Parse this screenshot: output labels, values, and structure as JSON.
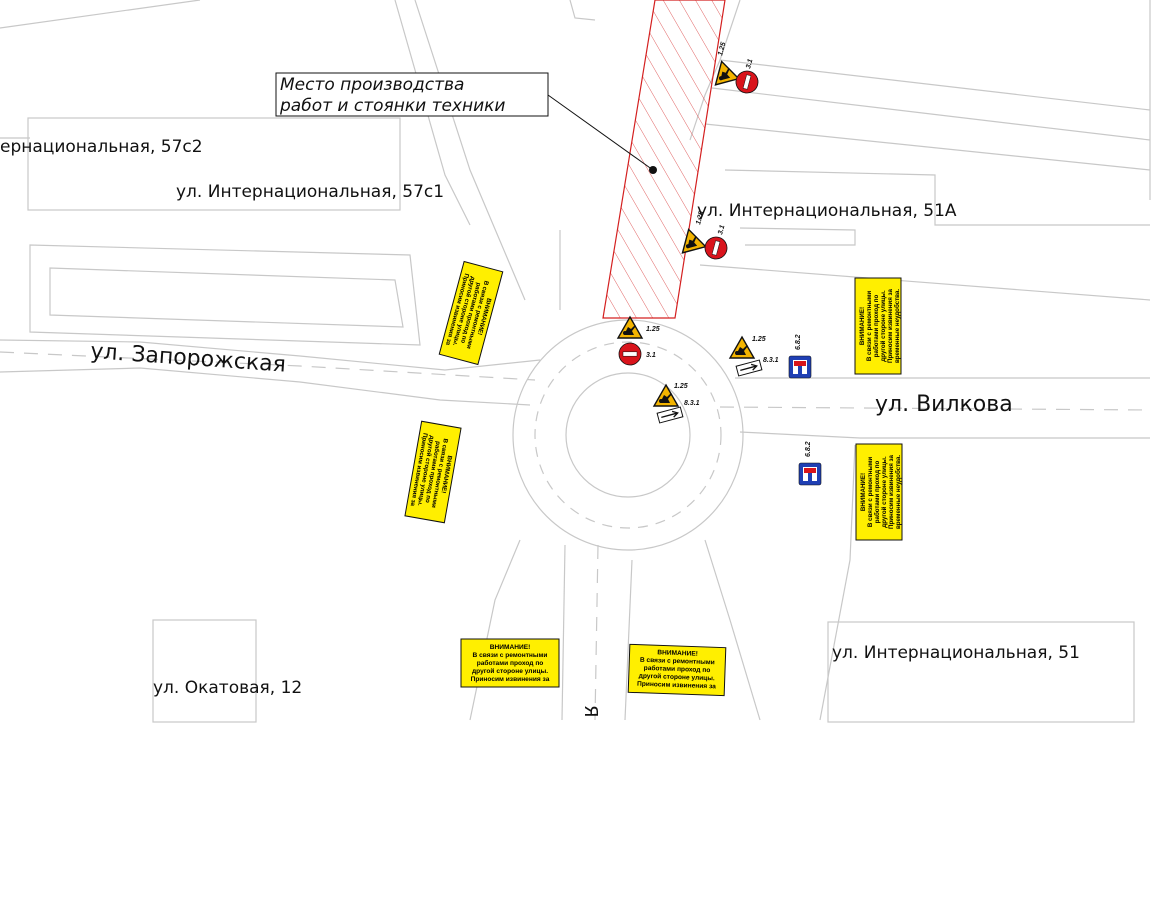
{
  "callout": {
    "line1": "Место производства",
    "line2": "работ и стоянки техники"
  },
  "labels": {
    "building_57c2": "ернациональная, 57с2",
    "building_57c1": "ул. Интернациональная, 57с1",
    "building_51a": "ул. Интернациональная, 51А",
    "building_51": "ул. Интернациональная, 51",
    "building_okatovaya": "ул. Окатовая, 12",
    "street_zaporozhskaya": "ул. Запорожская",
    "street_vilkova": "ул. Вилкова",
    "street_bottom_fragment": "Я"
  },
  "sign_codes": {
    "road_works": "1.25",
    "no_entry": "3.1",
    "detour_arrow": "8.3.1",
    "dead_end": "6.8.2"
  },
  "notice": {
    "title": "ВНИМАНИЕ!",
    "line1": "В связи с ремонтными",
    "line2": "работами проход по",
    "line3": "другой стороне улицы.",
    "line4": "Приносим извинения за",
    "line5": "временные неудобства."
  },
  "colors": {
    "work_zone": "#d42020",
    "notice_bg": "#ffef00",
    "road_line": "#c8c8c8",
    "no_entry_red": "#d9141c",
    "warning_yellow": "#f3b400",
    "dead_end_blue": "#1f3fb4"
  }
}
